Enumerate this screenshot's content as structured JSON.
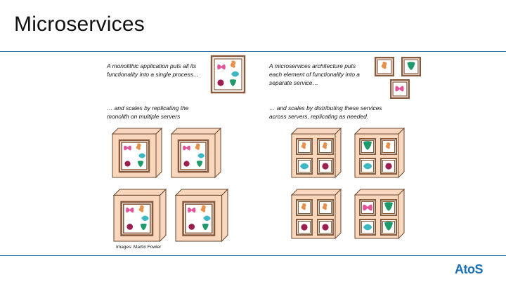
{
  "slide": {
    "title": "Microservices",
    "credit": "Images: Martin Fowler",
    "logo": "AtoS"
  },
  "captions": {
    "mono_process": "A monolithic application puts all its\nfunctionality into a single process…",
    "mono_scale": "… and scales by replicating the\nmonolith on multiple servers",
    "micro_service": "A microservices architecture puts\neach element of functionality into a\nseparate service…",
    "micro_scale": "… and scales by distributing these services\nacross servers, replicating as needed."
  },
  "colors": {
    "rule": "#2f6fa0",
    "frame": "#8a5a3c",
    "server_fill": "#f8d7bd",
    "orange": "#e8904a",
    "pink": "#e0559a",
    "teal": "#3bb8c4",
    "maroon": "#9b1f4f",
    "green": "#1f9a6a",
    "logo": "#1a6fb5"
  }
}
